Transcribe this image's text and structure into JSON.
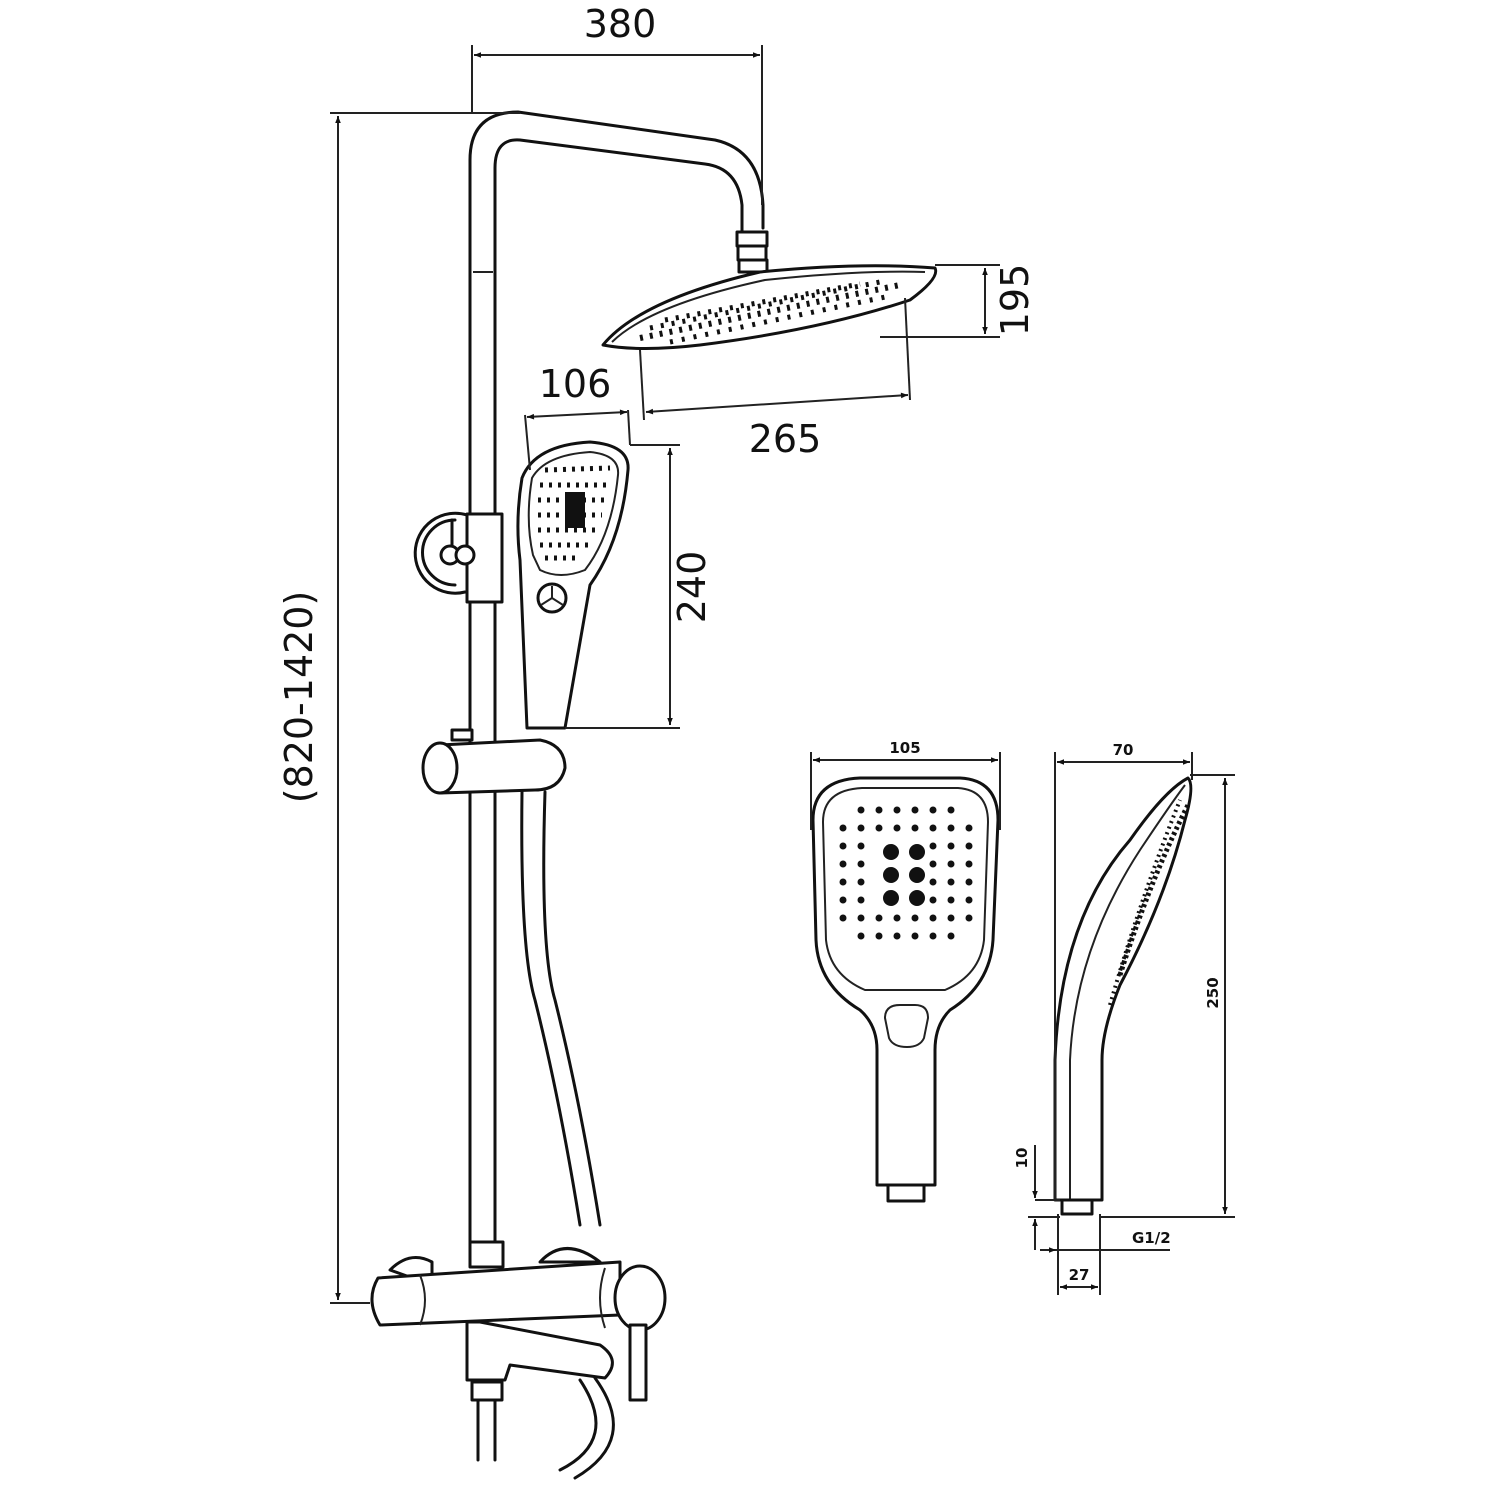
{
  "diagram": {
    "title": "Shower system dimensional drawing",
    "main_view": {
      "arm_reach": "380",
      "head_thickness": "195",
      "head_diameter": "265",
      "hand_shower_width": "106",
      "hand_shower_length": "240",
      "height_range": "(820-1420)"
    },
    "hand_front_view": {
      "width": "105"
    },
    "hand_side_view": {
      "depth": "70",
      "length": "250",
      "connector_height": "10",
      "thread": "G1/2",
      "connector_width": "27"
    }
  },
  "colors": {
    "line": "#111111",
    "background": "#ffffff"
  }
}
